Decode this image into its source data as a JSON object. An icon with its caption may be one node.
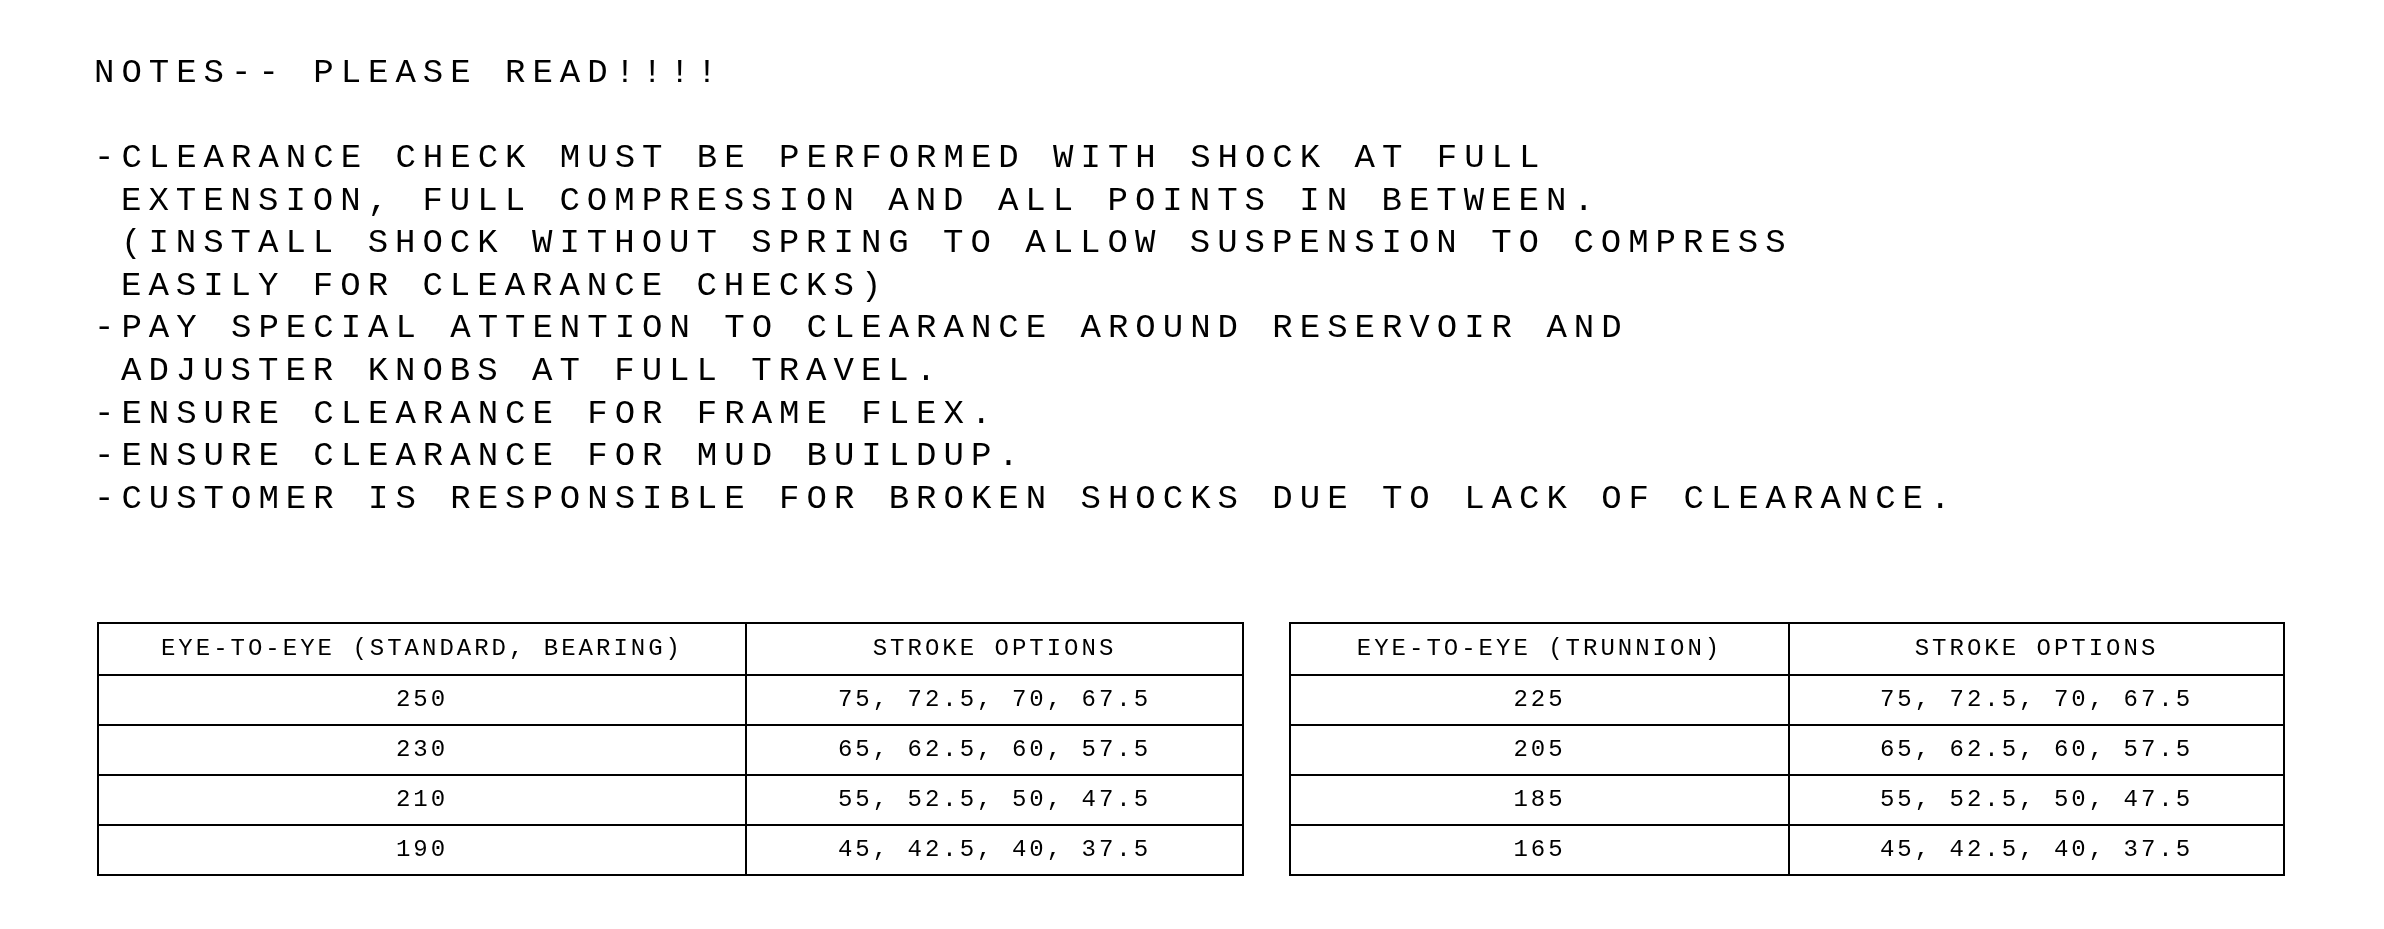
{
  "diagram": {
    "title": "NOTES-- PLEASE READ!!!!",
    "labels": [
      "-CLEARANCE CHECK MUST BE PERFORMED WITH SHOCK AT FULL EXTENSION, FULL COMPRESSION AND ALL POINTS IN BETWEEN. (INSTALL SHOCK WITHOUT SPRING TO ALLOW SUSPENSION TO COMPRESS EASILY FOR CLEARANCE CHECKS)",
      "-PAY SPECIAL ATTENTION TO CLEARANCE AROUND RESERVOIR AND ADJUSTER KNOBS AT FULL TRAVEL.",
      "-ENSURE CLEARANCE FOR FRAME FLEX.",
      "-ENSURE CLEARANCE FOR MUD BUILDUP.",
      "-CUSTOMER IS RESPONSIBLE FOR BROKEN SHOCKS DUE TO LACK OF CLEARANCE.",
      "EYE-TO-EYE (STANDARD, BEARING)",
      "STROKE OPTIONS",
      "250",
      "75, 72.5, 70, 67.5",
      "230",
      "65, 62.5, 60, 57.5",
      "210",
      "55, 52.5, 50, 47.5",
      "190",
      "45, 42.5, 40, 37.5",
      "EYE-TO-EYE (TRUNNION)",
      "STROKE OPTIONS",
      "225",
      "75, 72.5, 70, 67.5",
      "205",
      "65, 62.5, 60, 57.5",
      "185",
      "55, 52.5, 50, 47.5",
      "165",
      "45, 42.5, 40, 37.5"
    ]
  }
}
